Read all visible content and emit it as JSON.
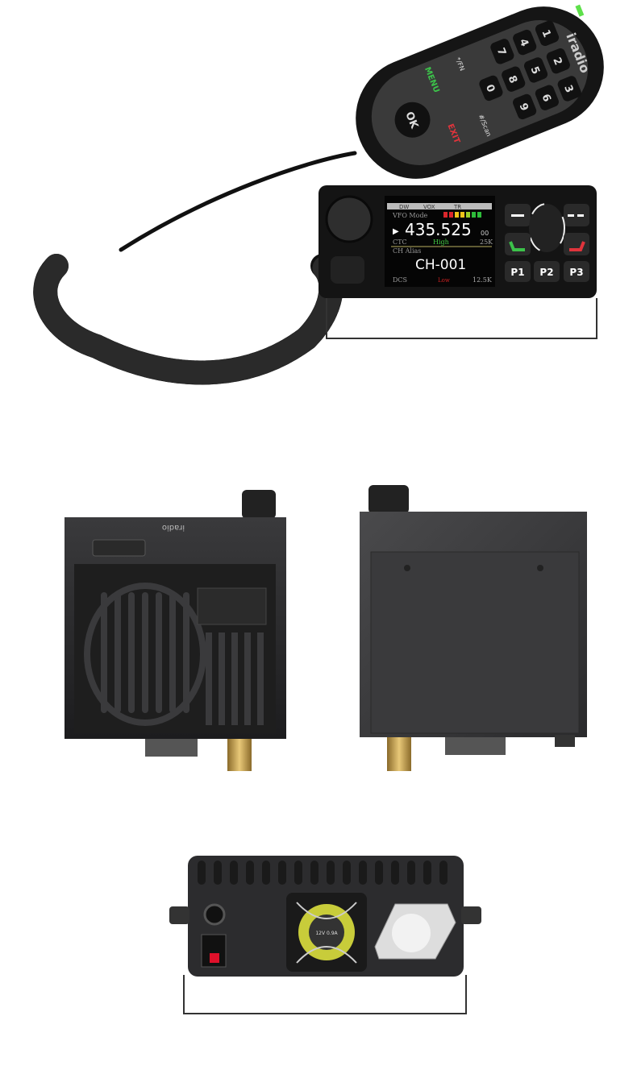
{
  "brand": "iradio",
  "display": {
    "status_bar": [
      "DW",
      "VOX",
      "TR"
    ],
    "mode": "VFO Mode",
    "frequency": "435.525",
    "frequency_suffix": "00",
    "ctc_label": "CTC",
    "power": "High",
    "step": "25K",
    "alias_label": "CH Alias",
    "channel": "CH-001",
    "dcs_label": "DCS",
    "dcs_value": "Low",
    "bandwidth": "12.5K",
    "signal_colors": [
      "#d9262c",
      "#d9262c",
      "#f0c419",
      "#f0c419",
      "#9bd02a",
      "#2ebd3a",
      "#2ebd3a"
    ]
  },
  "front_buttons": [
    "P1",
    "P2",
    "P3"
  ],
  "mic_keys": {
    "menu": "MENU",
    "exit": "EXIT",
    "ok": "OK",
    "fn": "*/FN",
    "scan": "#/Scan",
    "digits": [
      "1",
      "2",
      "3",
      "4",
      "5",
      "6",
      "7",
      "8",
      "9",
      "0"
    ]
  },
  "fan_label": "12V 0.9A",
  "colors": {
    "accent_green": "#3cc24a",
    "accent_red": "#e0343c",
    "led": "#5ee04a"
  }
}
